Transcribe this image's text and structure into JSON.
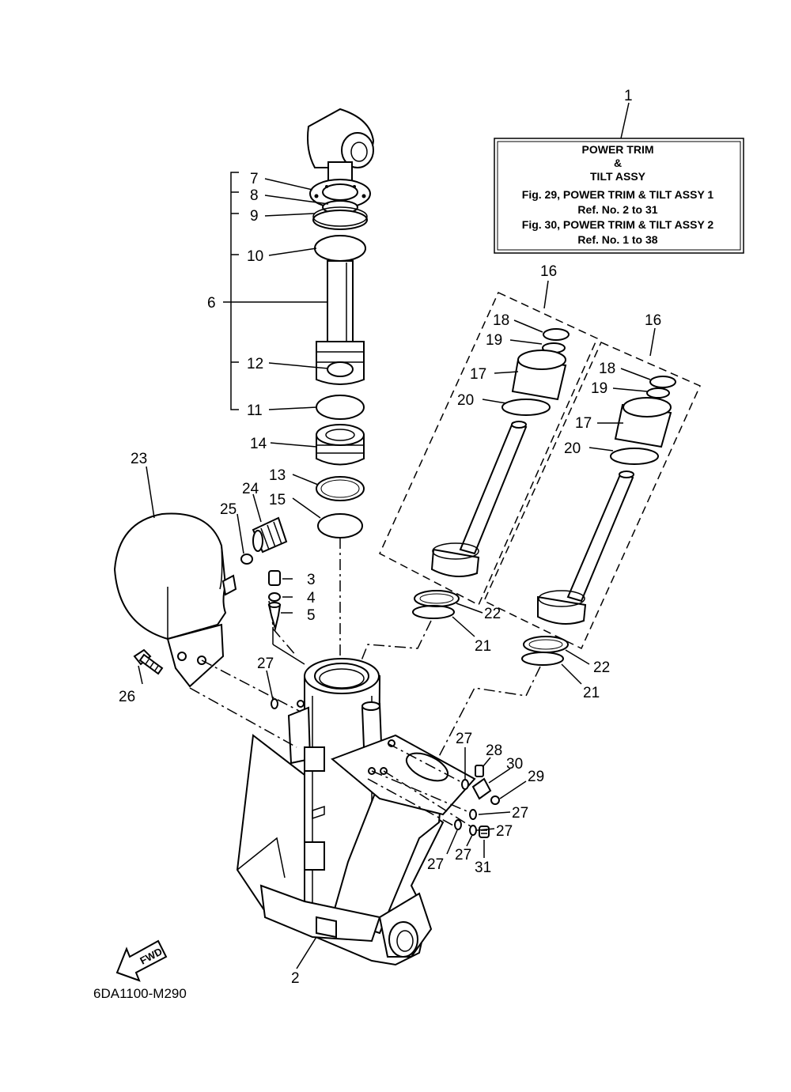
{
  "assembly_box": {
    "ref": "1",
    "title_line1": "POWER TRIM",
    "title_line2": "&",
    "title_line3": "TILT ASSY",
    "fig_line1": "Fig. 29, POWER TRIM & TILT ASSY 1",
    "ref_line1": "Ref. No. 2 to 31",
    "fig_line2": "Fig. 30, POWER TRIM & TILT ASSY 2",
    "ref_line2": "Ref. No. 1 to 38"
  },
  "callouts": {
    "p2": "2",
    "p3": "3",
    "p4": "4",
    "p5": "5",
    "p6": "6",
    "p7": "7",
    "p8": "8",
    "p9": "9",
    "p10": "10",
    "p11": "11",
    "p12": "12",
    "p13": "13",
    "p14": "14",
    "p15": "15",
    "p16a": "16",
    "p16b": "16",
    "p17a": "17",
    "p17b": "17",
    "p18a": "18",
    "p18b": "18",
    "p19a": "19",
    "p19b": "19",
    "p20a": "20",
    "p20b": "20",
    "p21a": "21",
    "p21b": "21",
    "p22a": "22",
    "p22b": "22",
    "p23": "23",
    "p24": "24",
    "p25": "25",
    "p26": "26",
    "p27a": "27",
    "p27b": "27",
    "p27c": "27",
    "p27d": "27",
    "p27e": "27",
    "p27f": "27",
    "p28": "28",
    "p29": "29",
    "p30": "30",
    "p31": "31"
  },
  "fwd_label": "FWD",
  "drawing_code": "6DA1100-M290"
}
